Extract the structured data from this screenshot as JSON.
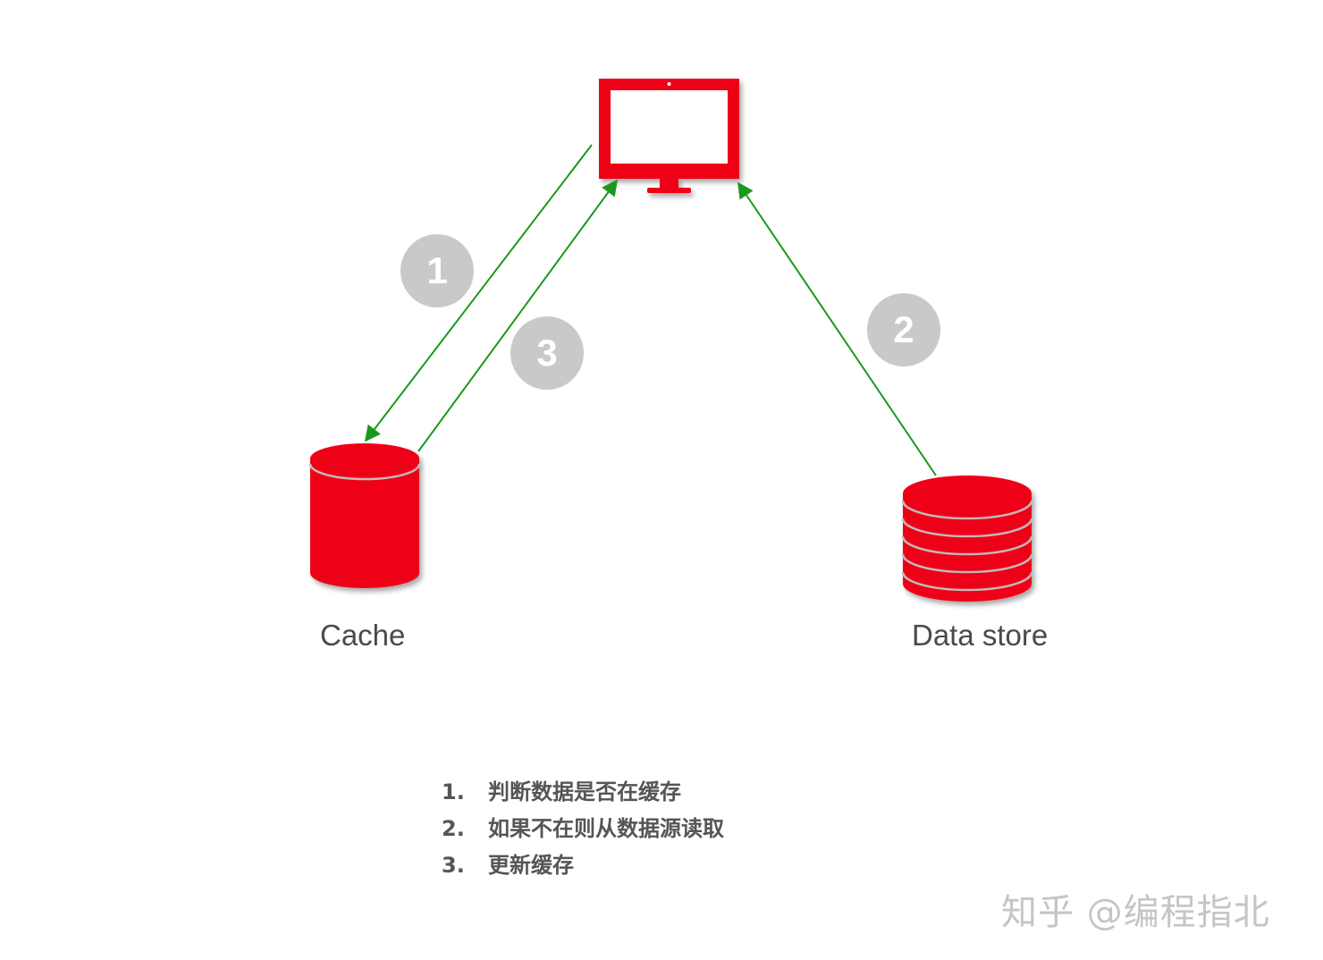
{
  "nodes": {
    "client": {
      "icon": "monitor-icon"
    },
    "cache": {
      "icon": "database-cylinder-icon",
      "label": "Cache"
    },
    "datastore": {
      "icon": "database-stack-icon",
      "label": "Data store"
    }
  },
  "badges": [
    "1",
    "2",
    "3"
  ],
  "steps": [
    {
      "num": "1.",
      "text": "判断数据是否在缓存"
    },
    {
      "num": "2.",
      "text": "如果不在则从数据源读取"
    },
    {
      "num": "3.",
      "text": "更新缓存"
    }
  ],
  "watermark": "知乎 @编程指北",
  "colors": {
    "node": "#ee0016",
    "arrow": "#1a9a1a",
    "badge": "#c9c9c9",
    "text": "#4a4a4a"
  }
}
